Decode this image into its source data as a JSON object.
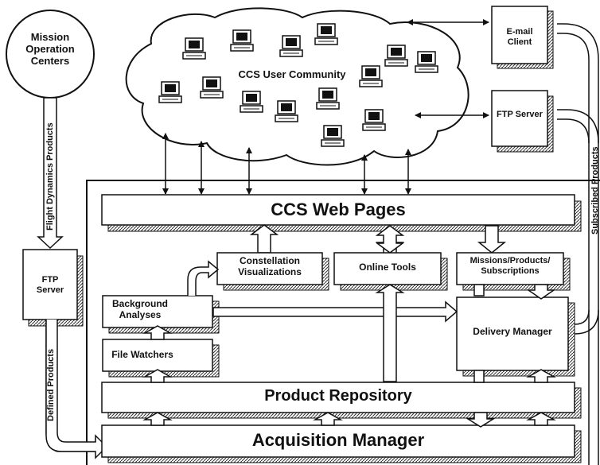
{
  "mission_centers": "Mission Operation Centers",
  "cloud_label": "CCS User Community",
  "email_client": "E-mail Client",
  "ftp_server_top": "FTP Server",
  "ftp_server_left": "FTP Server",
  "flight_dynamics": "Flight Dynamics Products",
  "defined_products": "Defined Products",
  "subscribed_products": "Subscribed Products",
  "web_pages": "CCS Web Pages",
  "constellation_viz": "Constellation Visualizations",
  "online_tools": "Online Tools",
  "missions_products": "Missions/Products/ Subscriptions",
  "background_analyses": "Background Analyses",
  "file_watchers": "File Watchers",
  "delivery_manager": "Delivery Manager",
  "product_repository": "Product Repository",
  "acquisition_manager": "Acquisition Manager"
}
